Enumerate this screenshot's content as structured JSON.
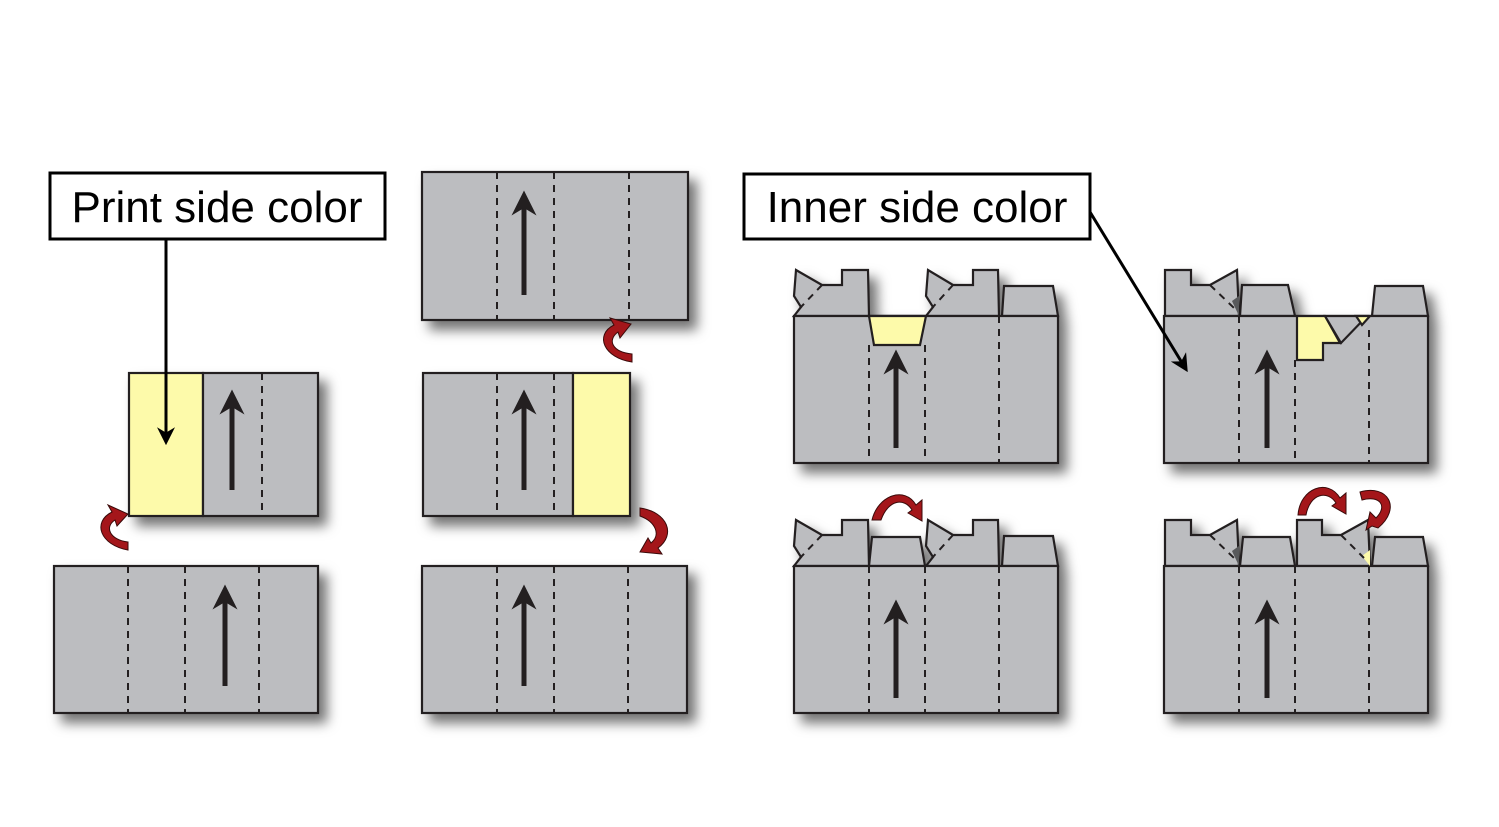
{
  "labels": {
    "print_side": "Print side color",
    "inner_side": "Inner side color"
  },
  "colors": {
    "paper_gray": "#bcbdc0",
    "print_yellow": "#fdfaaa",
    "fold_arrow_red": "#a4161a",
    "outline": "#231f20"
  },
  "icons": [
    "fold-direction-arrow",
    "turn-over-curl-arrow",
    "pointer-arrow"
  ]
}
